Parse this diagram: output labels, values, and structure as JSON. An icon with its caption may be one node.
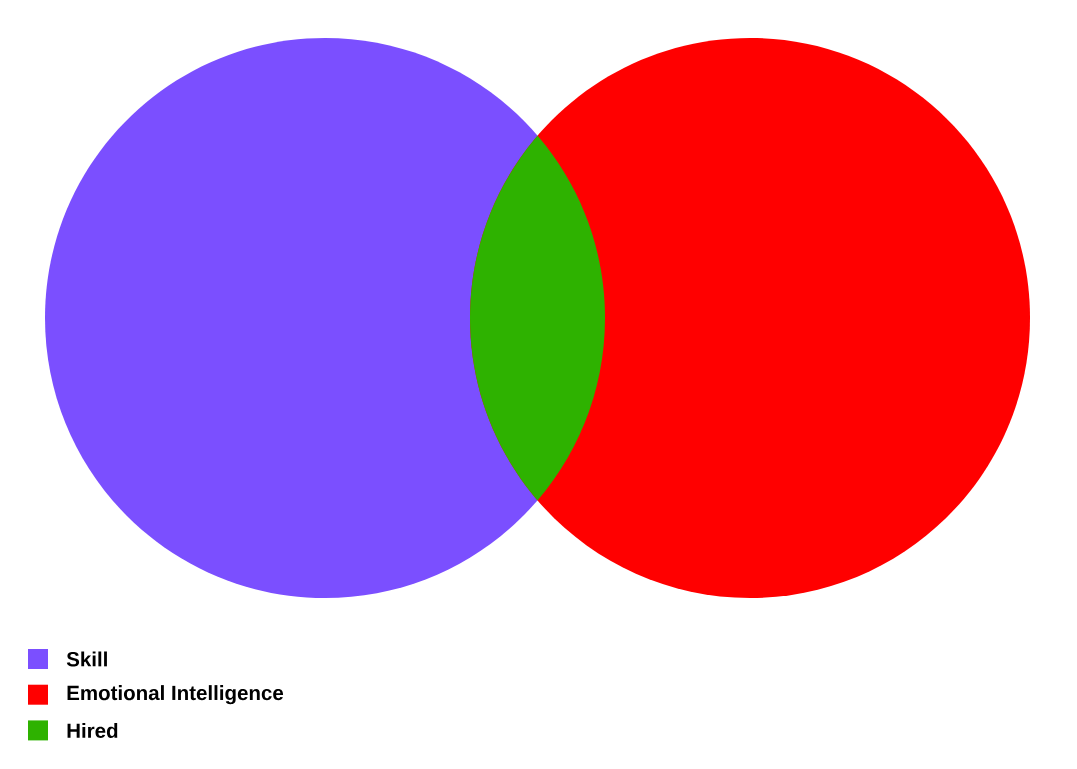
{
  "diagram": {
    "legend": [
      {
        "text": "Skill",
        "color": "#7b4fff"
      },
      {
        "text": "Emotional Intelligence",
        "color": "#ff0000"
      },
      {
        "text": "Hired",
        "color": "#2eb200"
      }
    ]
  }
}
